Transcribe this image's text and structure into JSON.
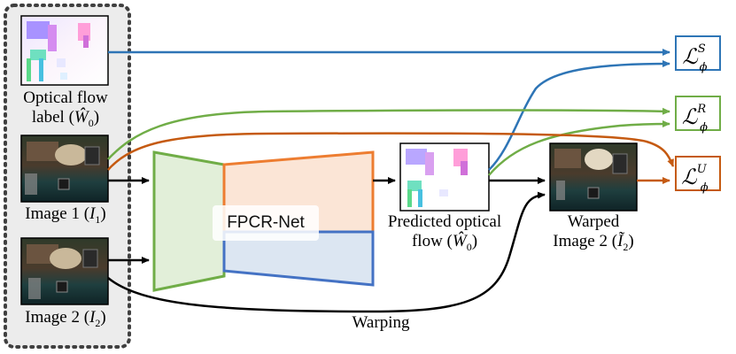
{
  "inputs_panel": {
    "flow_label": {
      "line1": "Optical flow",
      "line2_prefix": "label (",
      "symbol": "Ŵ",
      "sub": "0",
      "suffix": ")"
    },
    "image1": {
      "prefix": "Image 1 (",
      "symbol": "I",
      "sub": "1",
      "suffix": ")"
    },
    "image2": {
      "prefix": "Image 2 (",
      "symbol": "I",
      "sub": "2",
      "suffix": ")"
    }
  },
  "network": {
    "name": "FPCR-Net"
  },
  "predicted_flow": {
    "line1": "Predicted optical",
    "line2_prefix": "flow (",
    "symbol": "Ŵ",
    "sub": "0",
    "suffix": ")"
  },
  "warped": {
    "line1": "Warped",
    "line2_prefix": "Image 2 (",
    "symbol": "Ĩ",
    "sub": "2",
    "suffix": ")"
  },
  "warping_label": "Warping",
  "losses": [
    {
      "base": "ℒ",
      "sup": "S",
      "sub": "ϕ",
      "color": "#2e75b6"
    },
    {
      "base": "ℒ",
      "sup": "R",
      "sub": "ϕ",
      "color": "#70ad47"
    },
    {
      "base": "ℒ",
      "sup": "U",
      "sub": "ϕ",
      "color": "#c55a11"
    }
  ],
  "colors": {
    "blue": "#2e75b6",
    "green": "#70ad47",
    "orange": "#c55a11",
    "panel_bg": "#ececec"
  }
}
